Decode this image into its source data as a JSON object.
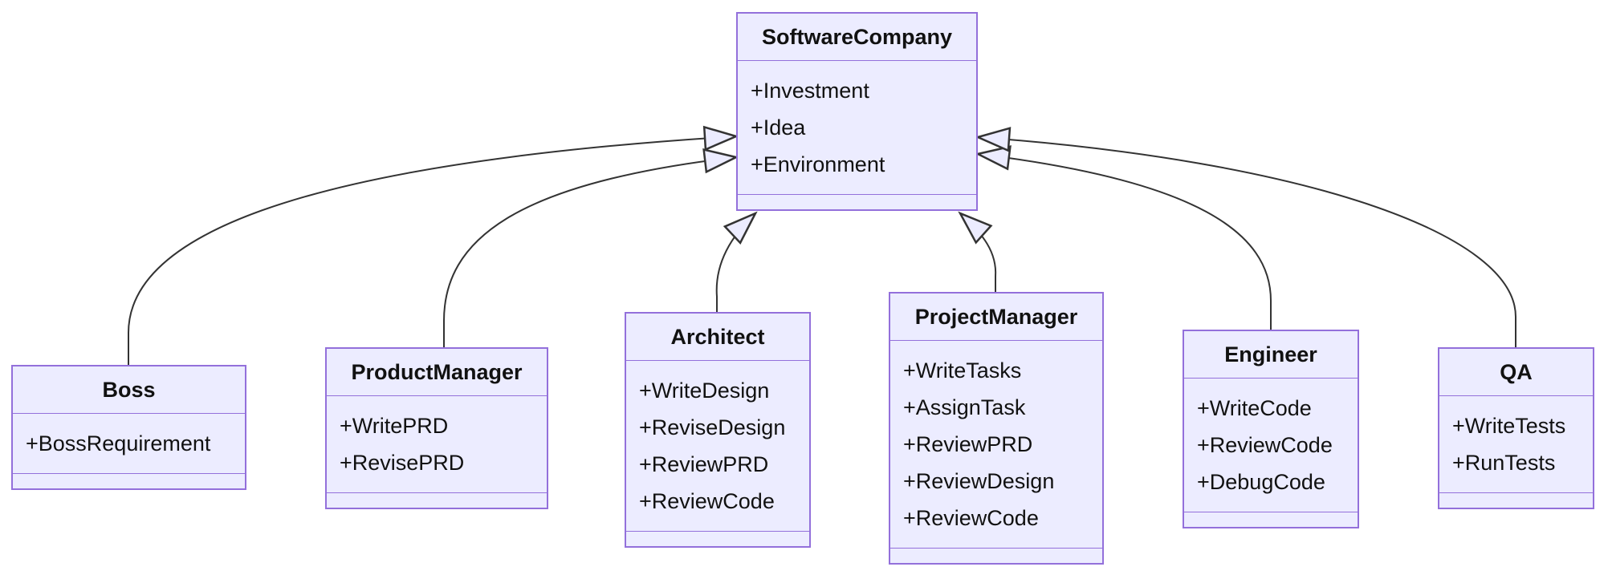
{
  "diagram": {
    "type": "uml-class-diagram",
    "classes": [
      {
        "name": "SoftwareCompany",
        "attributes": [
          "+Investment",
          "+Idea",
          "+Environment"
        ],
        "methods": []
      },
      {
        "name": "Boss",
        "attributes": [
          "+BossRequirement"
        ],
        "methods": []
      },
      {
        "name": "ProductManager",
        "attributes": [
          "+WritePRD",
          "+RevisePRD"
        ],
        "methods": []
      },
      {
        "name": "Architect",
        "attributes": [
          "+WriteDesign",
          "+ReviseDesign",
          "+ReviewPRD",
          "+ReviewCode"
        ],
        "methods": []
      },
      {
        "name": "ProjectManager",
        "attributes": [
          "+WriteTasks",
          "+AssignTask",
          "+ReviewPRD",
          "+ReviewDesign",
          "+ReviewCode"
        ],
        "methods": []
      },
      {
        "name": "Engineer",
        "attributes": [
          "+WriteCode",
          "+ReviewCode",
          "+DebugCode"
        ],
        "methods": []
      },
      {
        "name": "QA",
        "attributes": [
          "+WriteTests",
          "+RunTests"
        ],
        "methods": []
      }
    ],
    "relations": [
      {
        "from": "Boss",
        "to": "SoftwareCompany",
        "type": "inheritance"
      },
      {
        "from": "ProductManager",
        "to": "SoftwareCompany",
        "type": "inheritance"
      },
      {
        "from": "Architect",
        "to": "SoftwareCompany",
        "type": "inheritance"
      },
      {
        "from": "ProjectManager",
        "to": "SoftwareCompany",
        "type": "inheritance"
      },
      {
        "from": "Engineer",
        "to": "SoftwareCompany",
        "type": "inheritance"
      },
      {
        "from": "QA",
        "to": "SoftwareCompany",
        "type": "inheritance"
      }
    ],
    "colors": {
      "node_fill": "#ECECFF",
      "node_border": "#9370DB",
      "edge_line": "#333333",
      "text": "#111111"
    }
  }
}
